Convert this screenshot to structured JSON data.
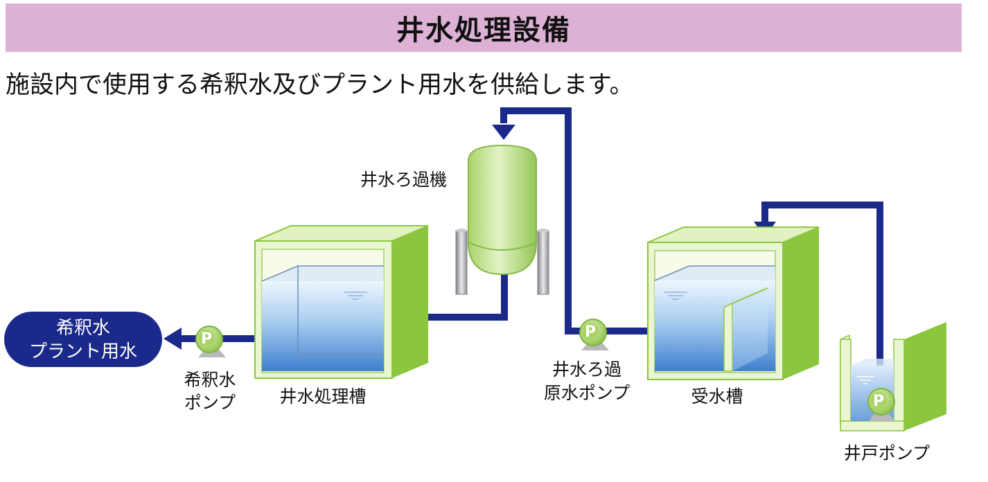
{
  "title": "井水処理設備",
  "subtitle": "施設内で使用する希釈水及びプラント用水を供給します。",
  "labels": {
    "filter": "井水ろ過機",
    "treatment_tank": "井水処理槽",
    "receiving_tank": "受水槽",
    "dilution_pump_line1": "希釈水",
    "dilution_pump_line2": "ポンプ",
    "filter_pump_line1": "井水ろ過",
    "filter_pump_line2": "原水ポンプ",
    "well_pump": "井戸ポンプ",
    "output_line1": "希釈水",
    "output_line2": "プラント用水",
    "pump_mark": "P"
  },
  "colors": {
    "title_bg": "#dcb1d5",
    "pipe": "#1b2a8a",
    "tank_green": "#c6e28a",
    "tank_side": "#8cc63f",
    "water": "#5d95d6"
  }
}
